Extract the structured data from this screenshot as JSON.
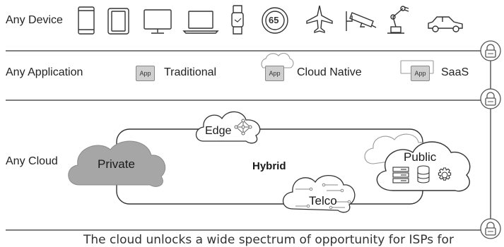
{
  "rows": {
    "device": "Any Device",
    "application": "Any Application",
    "cloud": "Any Cloud"
  },
  "apps": {
    "badge": "App",
    "traditional": "Traditional",
    "cloud_native": "Cloud Native",
    "saas": "SaaS"
  },
  "clouds": {
    "private": "Private",
    "hybrid": "Hybrid",
    "edge": "Edge",
    "telco": "Telco",
    "public": "Public"
  },
  "devices": {
    "icons": [
      "phone-icon",
      "tablet-icon",
      "monitor-icon",
      "laptop-icon",
      "smartwatch-icon",
      "thermostat-icon",
      "airplane-icon",
      "security-camera-icon",
      "robot-arm-icon",
      "car-icon"
    ],
    "thermostat_value": "65"
  },
  "footer_text": "The cloud unlocks a wide spectrum of opportunity for ISPs for",
  "colors": {
    "line": "#333333",
    "private_cloud_fill": "#a6a6a6",
    "app_badge_fill": "#cfcfcf",
    "cloud_outline": "#9a9a9a"
  }
}
